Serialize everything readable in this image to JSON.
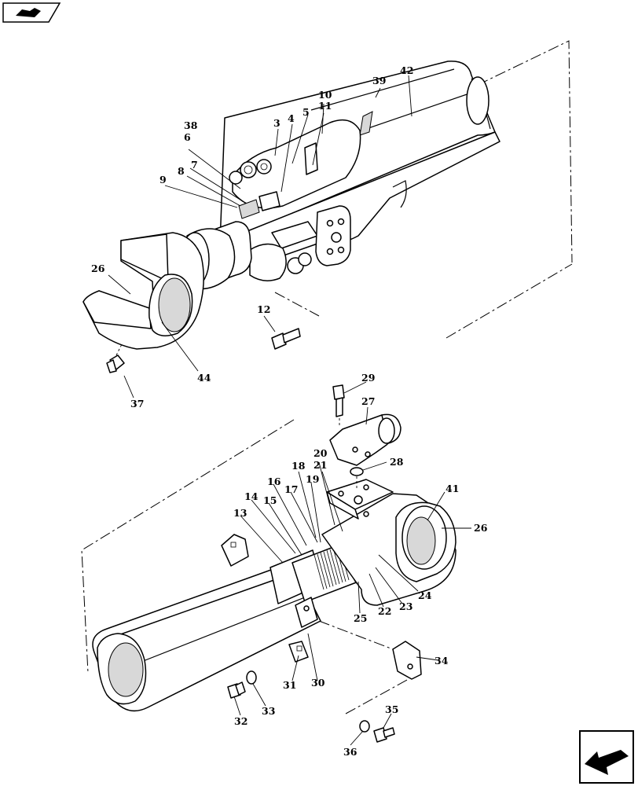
{
  "icons": {
    "top_left": "book-arrow-icon",
    "bottom_right": "next-arrow-icon"
  },
  "callouts": {
    "c1": "39",
    "c2": "42",
    "c3": "10",
    "c4": "11",
    "c5": "5",
    "c6": "4",
    "c7": "3",
    "c8": "38",
    "c9": "6",
    "c10": "7",
    "c11": "8",
    "c12": "9",
    "c13": "26",
    "c14": "12",
    "c15": "44",
    "c16": "37",
    "c17": "29",
    "c18": "27",
    "c19": "20",
    "c20": "21",
    "c21": "28",
    "c22": "18",
    "c23": "16",
    "c24": "19",
    "c25": "17",
    "c26": "14",
    "c27": "15",
    "c28": "13",
    "c29": "41",
    "c30": "26",
    "c31": "24",
    "c32": "23",
    "c33": "22",
    "c34": "25",
    "c35": "34",
    "c36": "31",
    "c37": "30",
    "c38": "32",
    "c39": "33",
    "c40": "35",
    "c41": "36"
  }
}
